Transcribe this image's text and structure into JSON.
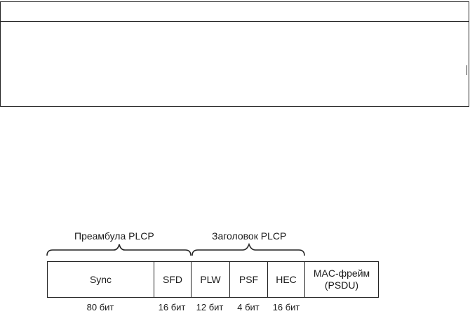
{
  "preamble_label": "Преамбула PLCP",
  "header_label": "Заголовок PLCP",
  "fields": [
    {
      "name": "Sync",
      "bits": "80 бит"
    },
    {
      "name": "SFD",
      "bits": "16 бит"
    },
    {
      "name": "PLW",
      "bits": "12 бит"
    },
    {
      "name": "PSF",
      "bits": "4 бит"
    },
    {
      "name": "HEC",
      "bits": "16 бит"
    },
    {
      "name": "MAC-фрейм\n(PSDU)",
      "bits": ""
    }
  ]
}
